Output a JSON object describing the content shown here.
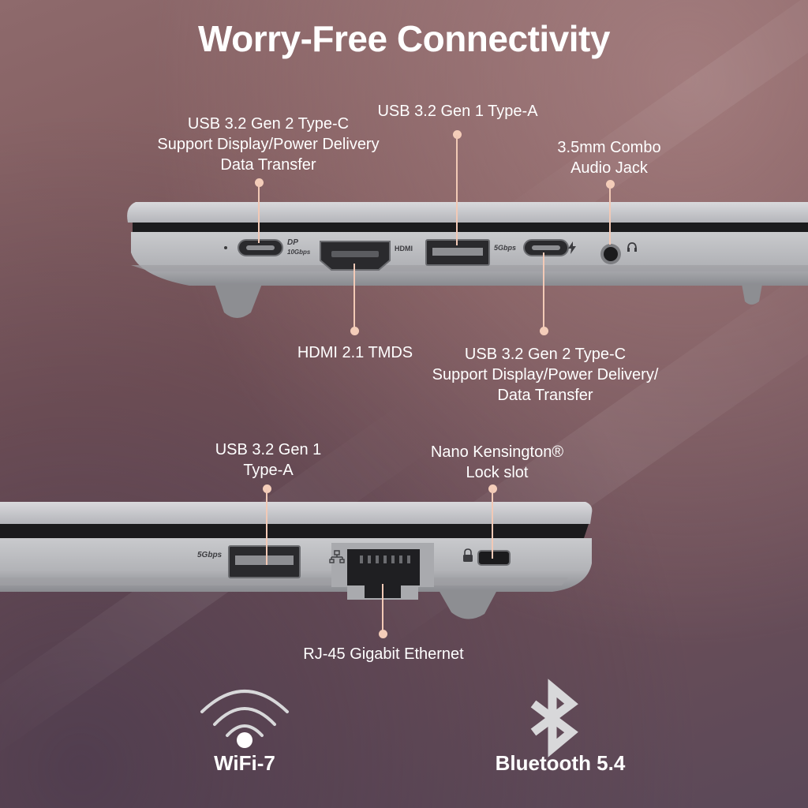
{
  "title": "Worry-Free Connectivity",
  "top_side": {
    "callouts": {
      "usbc_left": "USB 3.2 Gen 2 Type-C\nSupport Display/Power Delivery\nData Transfer",
      "usba": "USB 3.2 Gen 1 Type-A",
      "audio": "3.5mm Combo\nAudio Jack",
      "hdmi": "HDMI 2.1 TMDS",
      "usbc_right": "USB 3.2 Gen 2 Type-C\nSupport Display/Power Delivery/\nData Transfer"
    },
    "port_marks": {
      "dp": "DP",
      "gbps10": "10Gbps",
      "hdmi": "HDMI",
      "gbps5": "5Gbps"
    }
  },
  "bottom_side": {
    "callouts": {
      "usba": "USB 3.2 Gen 1\nType-A",
      "lock": "Nano Kensington®\nLock slot",
      "rj45": "RJ-45 Gigabit Ethernet"
    },
    "port_marks": {
      "gbps5": "5Gbps"
    }
  },
  "features": {
    "wifi": "WiFi-7",
    "bluetooth": "Bluetooth 5.4"
  },
  "icons": [
    "wifi-icon",
    "bluetooth-icon",
    "ethernet-icon",
    "lock-icon",
    "headset-icon",
    "bolt-icon"
  ]
}
